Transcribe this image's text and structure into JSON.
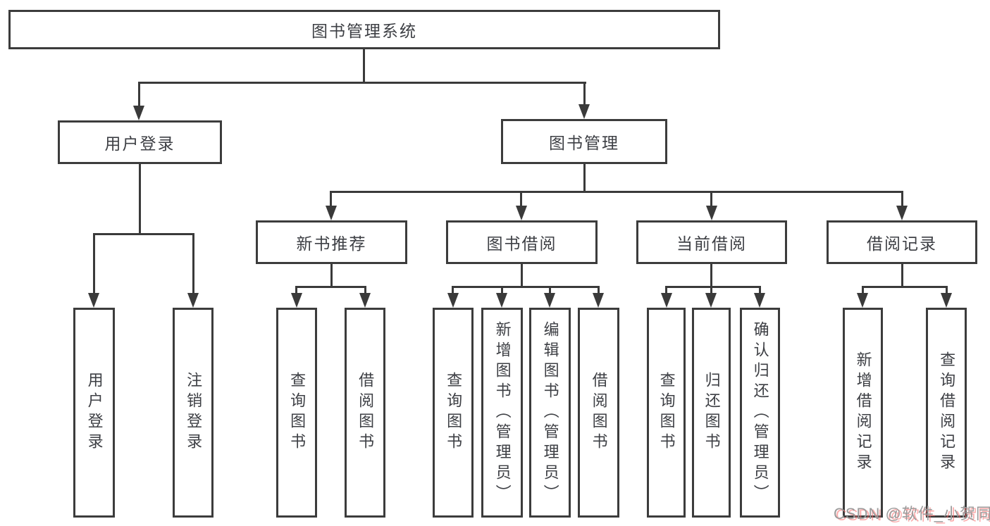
{
  "diagram": {
    "title": "图书管理系统",
    "type": "hierarchy-tree",
    "colors": {
      "background": "#ffffff",
      "box_border": "#3c3c3c",
      "line": "#3a3a3a",
      "text": "#3d3f44",
      "watermark_text": "#9b9b9b",
      "watermark_shadow": "#fa6a6a"
    },
    "nodes": {
      "root": "图书管理系统",
      "user_login": "用户登录",
      "book_mgmt": "图书管理",
      "new_book": "新书推荐",
      "borrow": "图书借阅",
      "current": "当前借阅",
      "records": "借阅记录"
    },
    "leaves": {
      "login": [
        "用户登录",
        "注销登录"
      ],
      "new_book": [
        "查询图书",
        "借阅图书"
      ],
      "borrow": [
        "查询图书",
        "新增图书（管理员）",
        "编辑图书（管理员）",
        "借阅图书"
      ],
      "current": [
        "查询图书",
        "归还图书",
        "确认归还（管理员）"
      ],
      "records": [
        "新增借阅记录",
        "查询借阅记录"
      ]
    },
    "hierarchy": {
      "图书管理系统": [
        "用户登录",
        "图书管理"
      ],
      "用户登录": [
        "用户登录",
        "注销登录"
      ],
      "图书管理": [
        "新书推荐",
        "图书借阅",
        "当前借阅",
        "借阅记录"
      ],
      "新书推荐": [
        "查询图书",
        "借阅图书"
      ],
      "图书借阅": [
        "查询图书",
        "新增图书（管理员）",
        "编辑图书（管理员）",
        "借阅图书"
      ],
      "当前借阅": [
        "查询图书",
        "归还图书",
        "确认归还（管理员）"
      ],
      "借阅记录": [
        "新增借阅记录",
        "查询借阅记录"
      ]
    },
    "watermark": "CSDN @软件_小贺同学"
  }
}
